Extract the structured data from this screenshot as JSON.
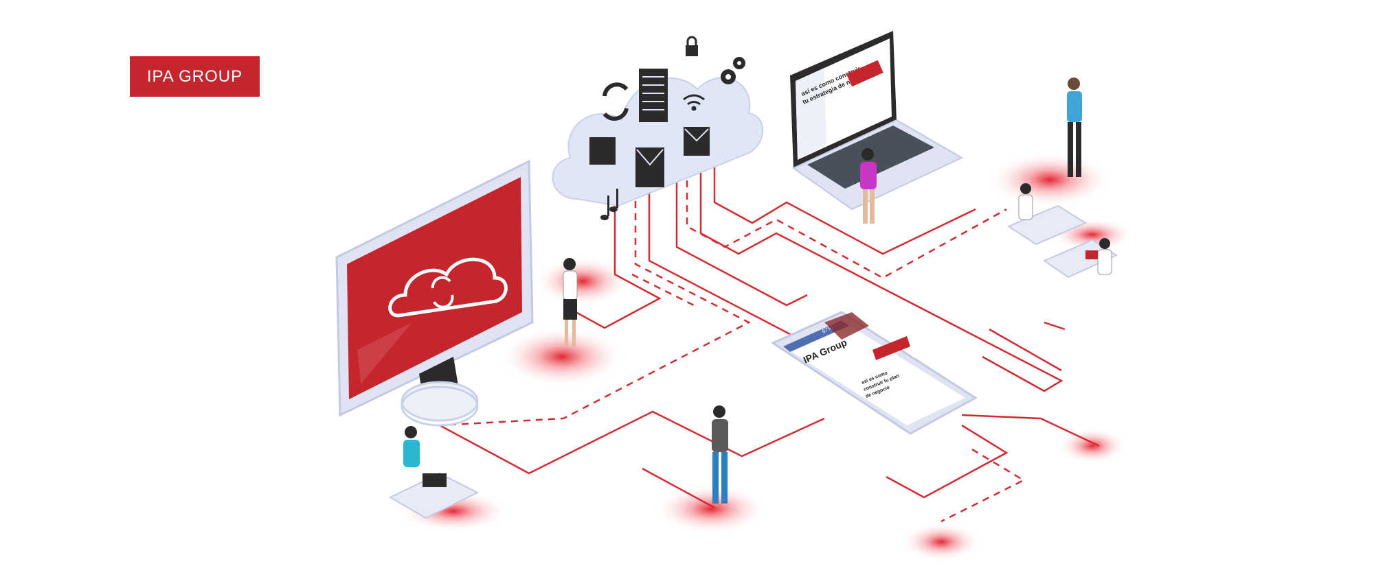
{
  "brand": {
    "logo_text": "IPA GROUP",
    "color": "#c5252c"
  },
  "laptop_screen": {
    "headline_line1": "así es como construir",
    "headline_line2": "tu estrategia de negocio"
  },
  "phone_screen": {
    "status": "67%",
    "title": "IPA Group",
    "article_line1": "así es como",
    "article_line2": "construir tu plan",
    "article_line3": "de negocio"
  },
  "colors": {
    "accent": "#c5252c",
    "glow": "#e11d2a",
    "device_frame": "#dfe3f2",
    "ink": "#222222"
  },
  "icons": [
    "cloud-sync-icon",
    "lock-icon",
    "gears-icon",
    "wifi-icon",
    "document-icon",
    "image-icon",
    "mail-icon",
    "music-note-icon"
  ]
}
